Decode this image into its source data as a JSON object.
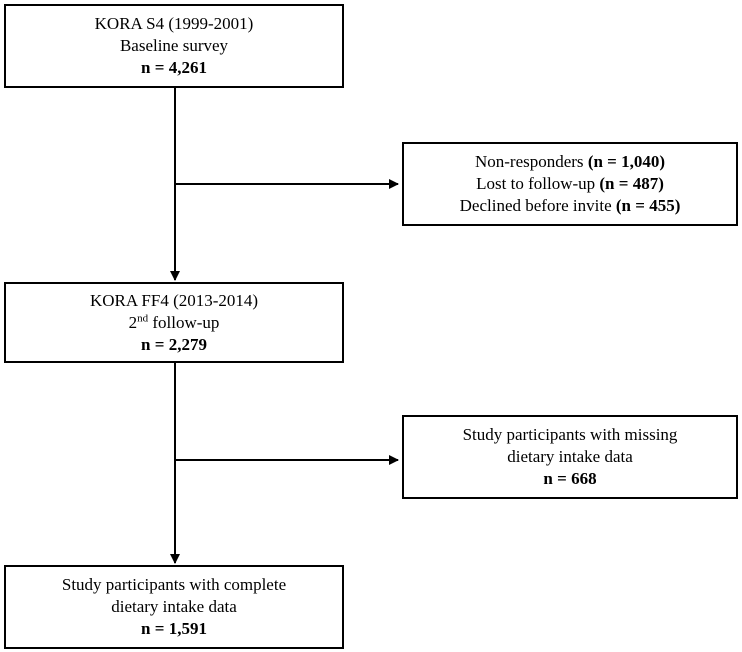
{
  "boxes": {
    "baseline": {
      "title": "KORA S4 (1999-2001)",
      "subtitle": "Baseline survey",
      "count": "n = 4,261"
    },
    "exclusion1": {
      "line1_label": "Non-responders ",
      "line1_count": "(n = 1,040)",
      "line2_label": "Lost to follow-up ",
      "line2_count": "(n = 487)",
      "line3_label": "Declined before invite ",
      "line3_count": "(n = 455)"
    },
    "followup": {
      "title": "KORA FF4 (2013-2014)",
      "subtitle_num": "2",
      "subtitle_sup": "nd",
      "subtitle_rest": " follow-up",
      "count": "n = 2,279"
    },
    "exclusion2": {
      "line1": "Study participants with missing",
      "line2": "dietary intake data",
      "count": "n = 668"
    },
    "final": {
      "line1": "Study participants with complete",
      "line2": "dietary intake data",
      "count": "n = 1,591"
    }
  }
}
